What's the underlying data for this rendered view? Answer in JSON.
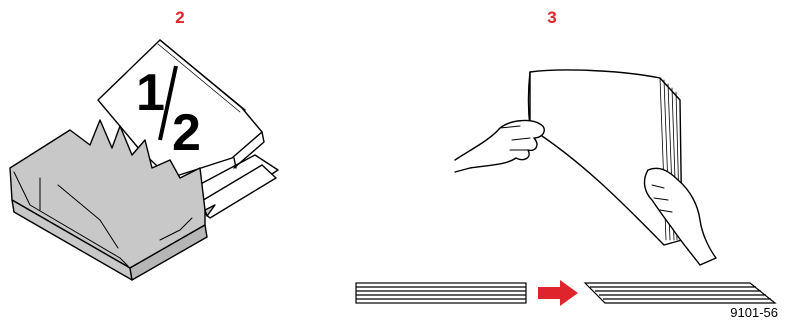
{
  "steps": [
    {
      "number": "2",
      "label_color": "#e0242b"
    },
    {
      "number": "3",
      "label_color": "#e0242b"
    }
  ],
  "ream_label": {
    "numerator": "1",
    "denominator": "2"
  },
  "arrow_color": "#e0242b",
  "figure_code": "9101-56"
}
